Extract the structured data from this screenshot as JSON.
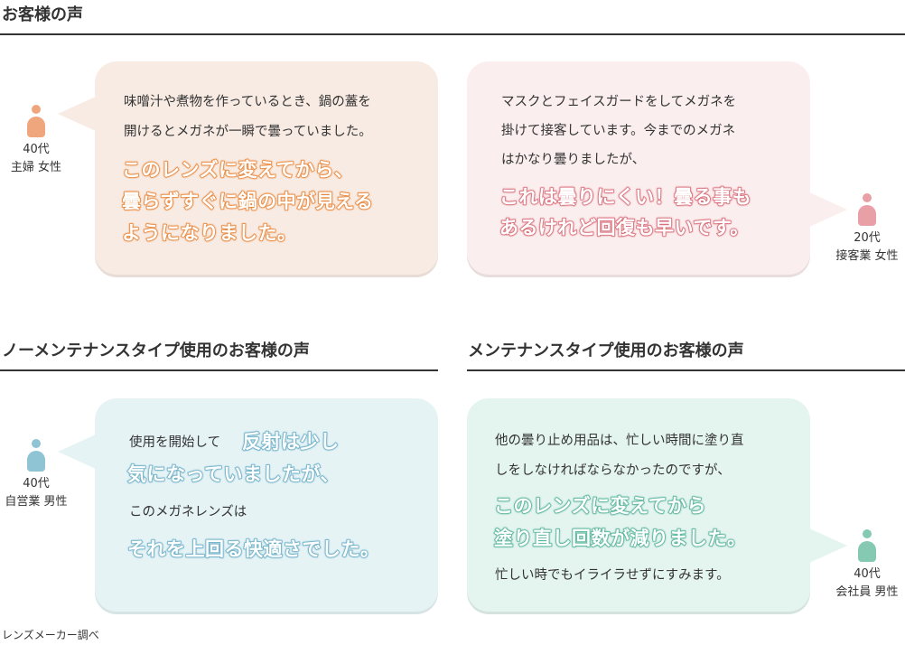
{
  "sections": {
    "voices_title": "お客様の声",
    "no_maintenance_title": "ノーメンテナンスタイプ使用のお客様の声",
    "maintenance_title": "メンテナンスタイプ使用のお客様の声"
  },
  "testimonials": [
    {
      "person": {
        "age": "40代",
        "role": "主婦 女性",
        "icon": "person-icon",
        "color": "#f0a67c"
      },
      "bubble_color": "#f8ebe3",
      "highlight_color": "#e8893f",
      "text_lines": [
        "味噌汁や煮物を作っているとき、鍋の蓋を",
        "開けるとメガネが一瞬で曇っていました。"
      ],
      "highlight_lines": [
        "このレンズに変えてから、",
        "曇らずすぐに鍋の中が見える",
        "ようになりました。"
      ]
    },
    {
      "person": {
        "age": "20代",
        "role": "接客業 女性",
        "icon": "person-icon",
        "color": "#e8a0a6"
      },
      "bubble_color": "#fbeeef",
      "highlight_color": "#d86f7a",
      "text_lines": [
        "マスクとフェイスガードをしてメガネを",
        "掛けて接客しています。今までのメガネ",
        "はかなり曇りましたが、"
      ],
      "highlight_lines": [
        "これは曇りにくい！曇る事も",
        "あるけれど回復も早いです。"
      ]
    },
    {
      "person": {
        "age": "40代",
        "role": "自営業 男性",
        "icon": "person-icon",
        "color": "#8fc4d4"
      },
      "bubble_color": "#e6f3f5",
      "highlight_color": "#6fb1c8",
      "text_intro": "使用を開始して",
      "highlight_intro": "反射は少し",
      "highlight_line2": "気になっていましたが、",
      "text_mid": "このメガネレンズは",
      "highlight_end": "それを上回る快適さでした。"
    },
    {
      "person": {
        "age": "40代",
        "role": "会社員 男性",
        "icon": "person-icon",
        "color": "#86c9b2"
      },
      "bubble_color": "#e4f4ef",
      "highlight_color": "#57b59a",
      "text_lines": [
        "他の曇り止め用品は、忙しい時間に塗り直",
        "しをしなければならなかったのですが、"
      ],
      "highlight_lines": [
        "このレンズに変えてから",
        "塗り直し回数が減りました。"
      ],
      "text_end": "忙しい時でもイライラせずにすみます。"
    }
  ],
  "source_note": "レンズメーカー調べ"
}
